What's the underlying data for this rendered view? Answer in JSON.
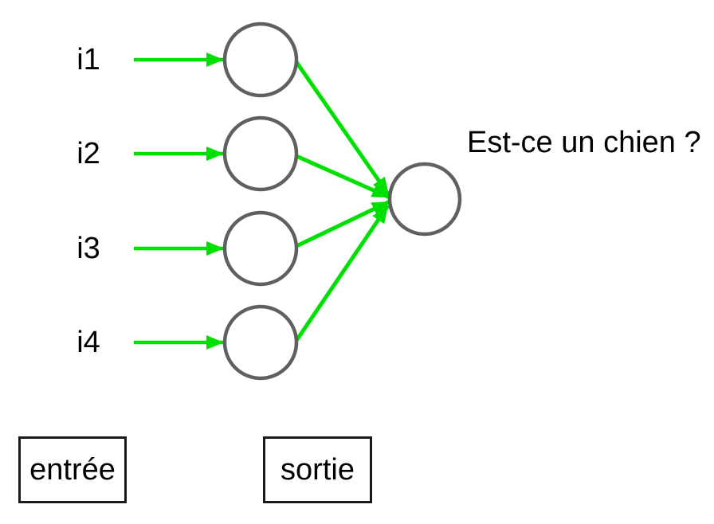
{
  "colors": {
    "arrow": "#00e000",
    "node_stroke": "#606060",
    "text": "#000000",
    "background": "#ffffff",
    "box_border": "#1a1a1a"
  },
  "diagram": {
    "type": "neural-network-single-neuron",
    "description": "Four input nodes feed one output neuron",
    "inputs": [
      {
        "label": "i1"
      },
      {
        "label": "i2"
      },
      {
        "label": "i3"
      },
      {
        "label": "i4"
      }
    ],
    "output": {
      "question_label": "Est-ce un chien ?"
    },
    "legend": {
      "input_box_label": "entrée",
      "output_box_label": "sortie"
    }
  }
}
